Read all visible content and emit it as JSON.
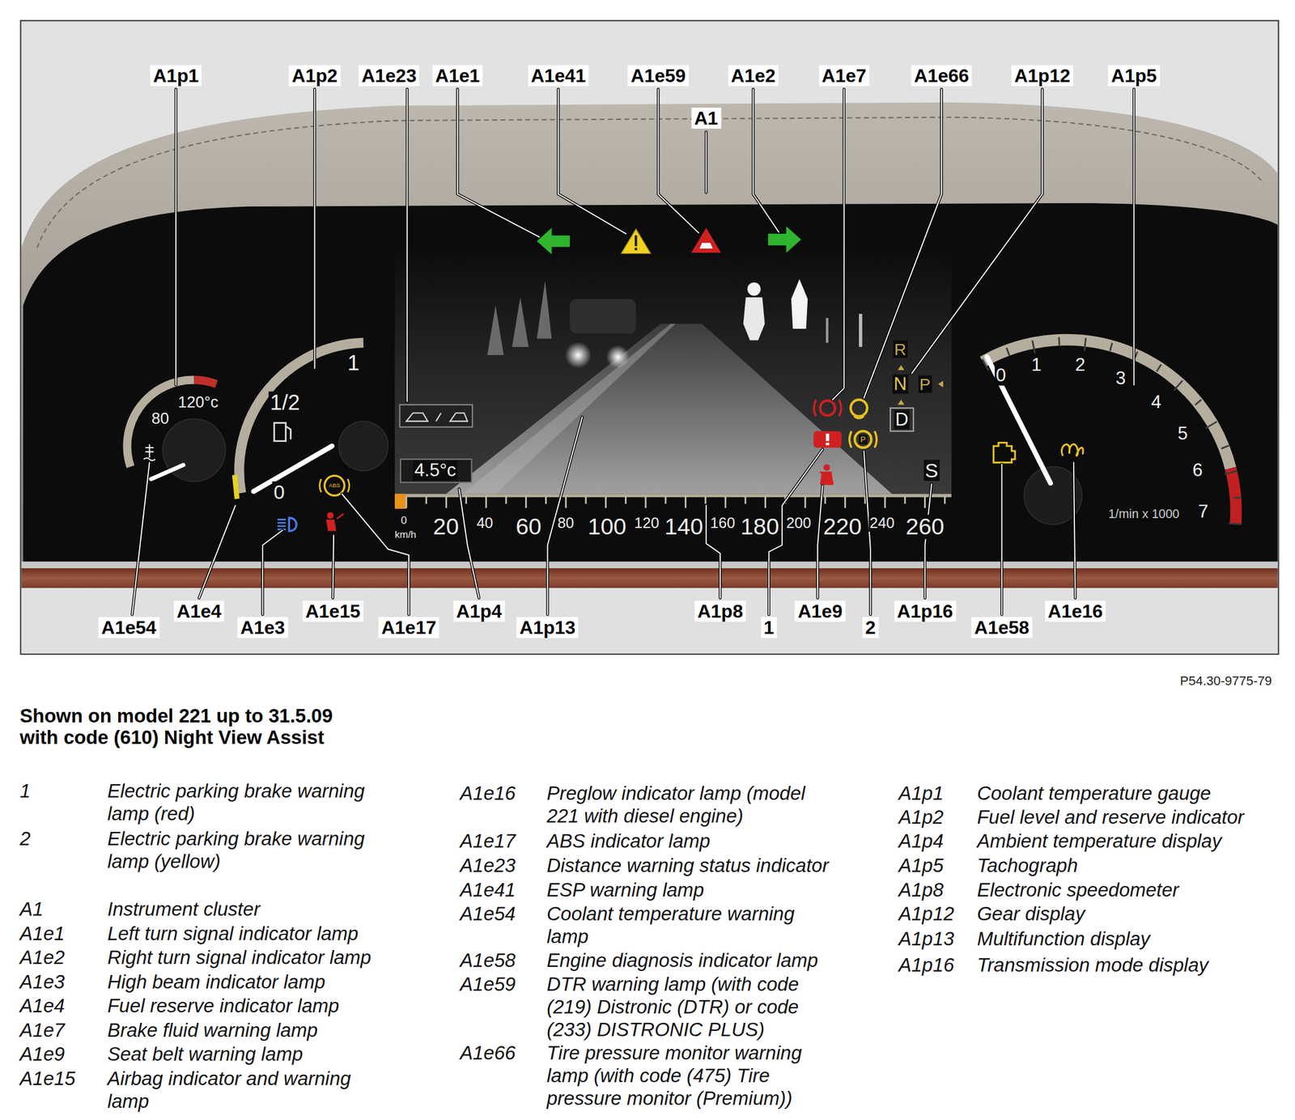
{
  "diagram": {
    "title": "Shown on model 221 up to 31.5.09 with code (610) Night View Assist",
    "labels": [
      "A1p1",
      "A1p2",
      "A1e23",
      "A1e1",
      "A1e41",
      "A1e59",
      "A1e2",
      "A1e7",
      "A1e66",
      "A1p12",
      "A1p5",
      "A1",
      "A1e54",
      "A1e4",
      "A1e3",
      "A1e15",
      "A1e17",
      "A1p4",
      "A1p13",
      "A1p8",
      "1",
      "A1e9",
      "2",
      "A1p16",
      "A1e58",
      "A1e16",
      "80",
      "120°c",
      "1/2",
      "1",
      "0",
      "4.5°c",
      "R",
      "N",
      "P",
      "D",
      "S",
      "0",
      "km/h",
      "20",
      "40",
      "60",
      "80",
      "100",
      "120",
      "140",
      "160",
      "180",
      "200",
      "220",
      "240",
      "260",
      "0",
      "1",
      "2",
      "3",
      "4",
      "5",
      "6",
      "7",
      "1/min x 1000",
      "ABS",
      "P",
      "P54.30-9775-79",
      "1",
      "Electric parking brake warning lamp (red)",
      "2",
      "Electric parking brake warning lamp (yellow)",
      "A1",
      "Instrument cluster",
      "A1e1",
      "Left turn signal indicator lamp",
      "A1e2",
      "Right turn signal indicator lamp",
      "A1e3",
      "High beam indicator lamp",
      "A1e4",
      "Fuel reserve indicator lamp",
      "A1e7",
      "Brake fluid warning lamp",
      "A1e9",
      "Seat belt warning lamp",
      "A1e15",
      "Airbag indicator and warning lamp",
      "A1e16",
      "Preglow indicator lamp (model 221 with diesel engine)",
      "A1e17",
      "ABS indicator lamp",
      "A1e23",
      "Distance warning status indicator",
      "A1e41",
      "ESP warning lamp",
      "A1e54",
      "Coolant temperature warning lamp",
      "A1e58",
      "Engine diagnosis indicator lamp",
      "A1e59",
      "DTR warning lamp (with code (219) Distronic (DTR) or code (233) DISTRONIC PLUS)",
      "A1e66",
      "Tire pressure monitor warning lamp (with code (475) Tire pressure monitor (Premium))",
      "A1p1",
      "Coolant temperature gauge",
      "A1p2",
      "Fuel level and reserve indicator",
      "A1p4",
      "Ambient temperature display",
      "A1p5",
      "Tachograph",
      "A1p8",
      "Electronic speedometer",
      "A1p12",
      "Gear display",
      "A1p13",
      "Multifunction display",
      "A1p16",
      "Transmission mode display"
    ]
  }
}
